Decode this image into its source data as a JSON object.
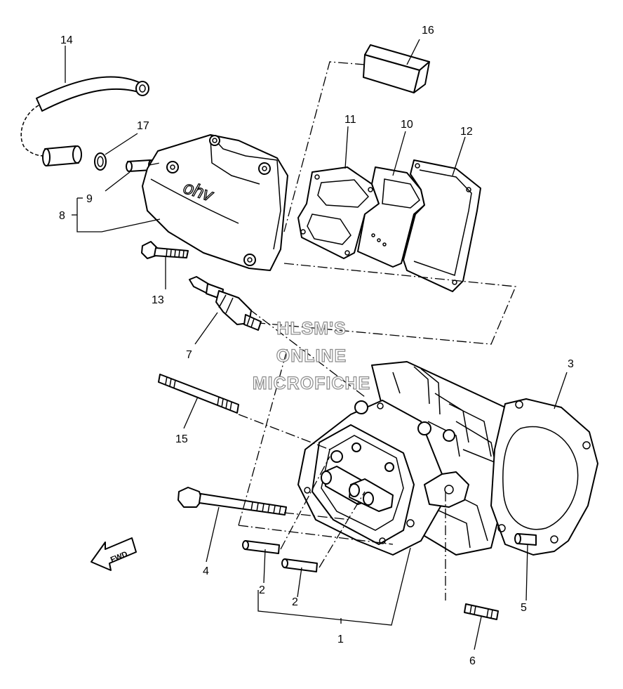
{
  "diagram": {
    "callouts": {
      "c1": "1",
      "c2a": "2",
      "c2b": "2",
      "c3": "3",
      "c4": "4",
      "c5": "5",
      "c6": "6",
      "c7": "7",
      "c8": "8",
      "c9": "9",
      "c10": "10",
      "c11": "11",
      "c12": "12",
      "c13": "13",
      "c14": "14",
      "c15": "15",
      "c16": "16",
      "c17": "17"
    },
    "watermark": {
      "line1": "HLSM'S",
      "line2": "ONLINE",
      "line3": "MICROFICHE"
    },
    "fwd_label": "FWD",
    "cover_logo": "ohv"
  }
}
